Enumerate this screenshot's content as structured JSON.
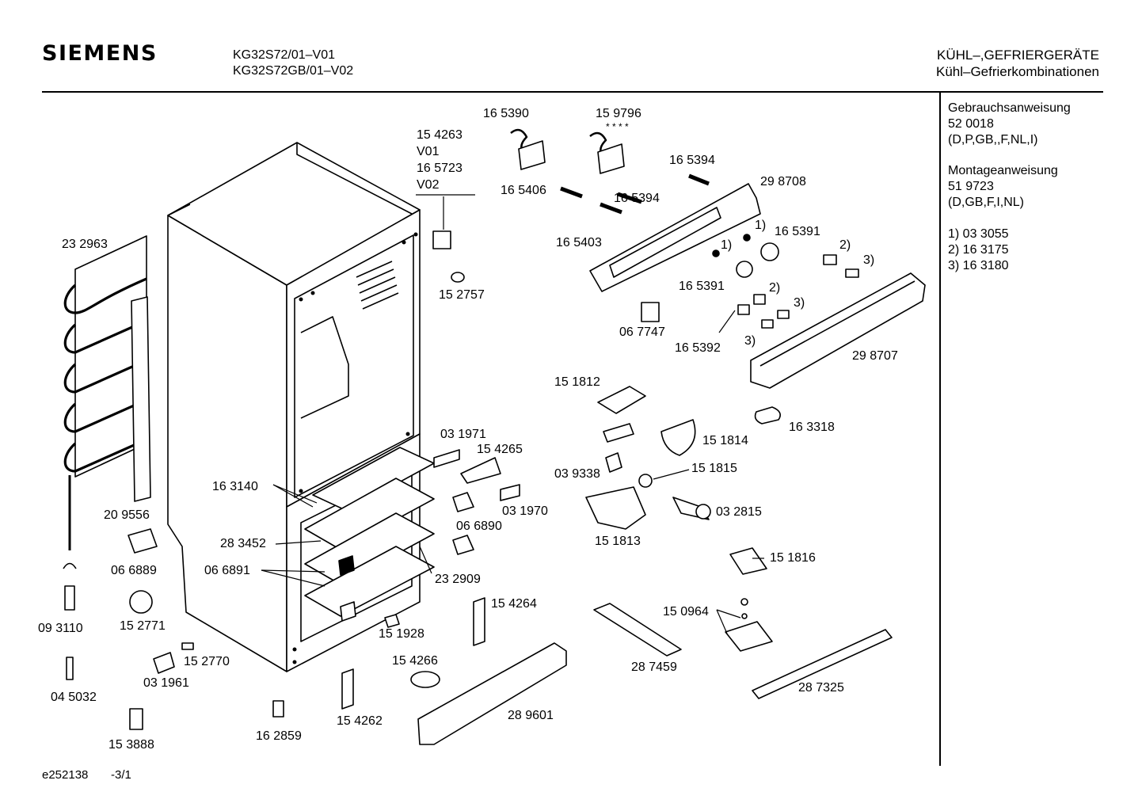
{
  "header": {
    "brand": "SIEMENS",
    "models": [
      "KG32S72/01–V01",
      "KG32S72GB/01–V02"
    ],
    "category": [
      "KÜHL–,GEFRIERGERÄTE",
      "Kühl–Gefrierkombinationen"
    ]
  },
  "sidebar": {
    "manual_title": "Gebrauchsanweisung",
    "manual_number": "52 0018",
    "manual_languages": "(D,P,GB,,F,NL,I)",
    "assembly_title": "Montageanweisung",
    "assembly_number": "51 9723",
    "assembly_languages": "(D,GB,F,I,NL)",
    "notes": [
      "1) 03 3055",
      "2) 16 3175",
      "3) 16 3180"
    ]
  },
  "parts": {
    "p165390": "16 5390",
    "p159796": "15 9796",
    "stars": "* * * *",
    "p154263": "15 4263",
    "v01": "V01",
    "p165723": "16 5723",
    "v02": "V02",
    "p165394a": "16 5394",
    "p298708": "29 8708",
    "p165406": "16 5406",
    "p165394b": "16 5394",
    "note1a": "1)",
    "p165391a": "16 5391",
    "note1b": "1)",
    "p165403": "16 5403",
    "note2a": "2)",
    "note3a": "3)",
    "p232963": "23 2963",
    "p152757": "15 2757",
    "p165391b": "16 5391",
    "note2b": "2)",
    "note3b": "3)",
    "p067747": "06 7747",
    "p165392": "16 5392",
    "note3c": "3)",
    "p298707": "29 8707",
    "p151812": "15 1812",
    "p163318": "16 3318",
    "p151814": "15 1814",
    "p031971": "03 1971",
    "p154265": "15 4265",
    "p151815": "15 1815",
    "p039338": "03 9338",
    "p163140": "16 3140",
    "p031970": "03 1970",
    "p032815": "03 2815",
    "p209556": "20 9556",
    "p066890": "06 6890",
    "p151813": "15 1813",
    "p283452": "28 3452",
    "p066889": "06 6889",
    "p151816": "15 1816",
    "p066891": "06 6891",
    "p232909": "23 2909",
    "p154264": "15 4264",
    "p150964": "15 0964",
    "p093110": "09 3110",
    "p152771": "15 2771",
    "p151928": "15 1928",
    "p152770": "15 2770",
    "p154266": "15 4266",
    "p287459": "28 7459",
    "p031961": "03 1961",
    "p287325": "28 7325",
    "p045032": "04 5032",
    "p289601": "28 9601",
    "p154262": "15 4262",
    "p162859": "16 2859",
    "p153888": "15 3888"
  },
  "footer": {
    "doc_id": "e252138",
    "page": "-3/1"
  }
}
